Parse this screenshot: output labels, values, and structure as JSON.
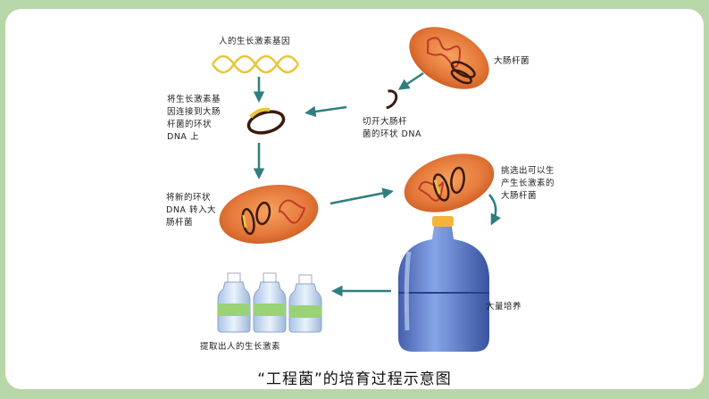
{
  "labels": {
    "human_gene": "人的生长激素基因",
    "ecoli": "大肠杆菌",
    "cut_dna": "切开大肠杆\n菌的环状 DNA",
    "ligate": "将生长激素基\n因连接到大肠\n杆菌的环状\nDNA 上",
    "transform": "将新的环状\nDNA 转入大\n肠杆菌",
    "select": "挑选出可以生\n产生长激素的\n大肠杆菌",
    "culture": "大量培养",
    "extract": "提取出人的生长激素"
  },
  "caption": "“工程菌”的培育过程示意图",
  "colors": {
    "frame_border": "#b7d7a8",
    "arrow": "#2f7f7f",
    "bacterium": "#e07a3a",
    "plasmid": "#3a1a0e",
    "gene": "#e8c63a",
    "bottle": "#4a6fc4"
  }
}
